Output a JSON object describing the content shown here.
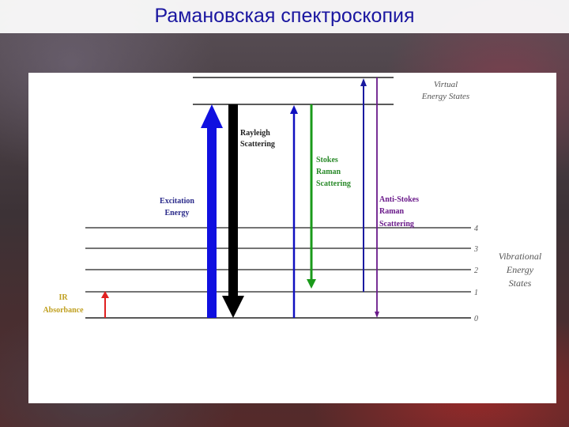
{
  "slide": {
    "title": "Рамановская спектроскопия"
  },
  "diagram": {
    "virtual_states_label": [
      "Virtual",
      "Energy States"
    ],
    "vibrational_states_label": [
      "Vibrational",
      "Energy",
      "States"
    ],
    "level_numbers": [
      "4",
      "3",
      "2",
      "1",
      "0"
    ],
    "ir_label": [
      "IR",
      "Absorbance"
    ],
    "excitation_label": [
      "Excitation",
      "Energy"
    ],
    "rayleigh_label": [
      "Rayleigh",
      "Scattering"
    ],
    "stokes_label": [
      "Stokes",
      "Raman",
      "Scattering"
    ],
    "anti_stokes_label": [
      "Anti-Stokes",
      "Raman",
      "Scattering"
    ],
    "colors": {
      "ir": "#e02020",
      "excitation": "#1010e0",
      "rayleigh": "#000000",
      "stokes": "#1a9a1a",
      "anti_stokes_up": "#1a1aa0",
      "anti_stokes_down": "#6a1a8a",
      "blue_label": "#2a2a8a",
      "green_label": "#2a8a2a",
      "ir_label_color": "#c0a020"
    }
  }
}
